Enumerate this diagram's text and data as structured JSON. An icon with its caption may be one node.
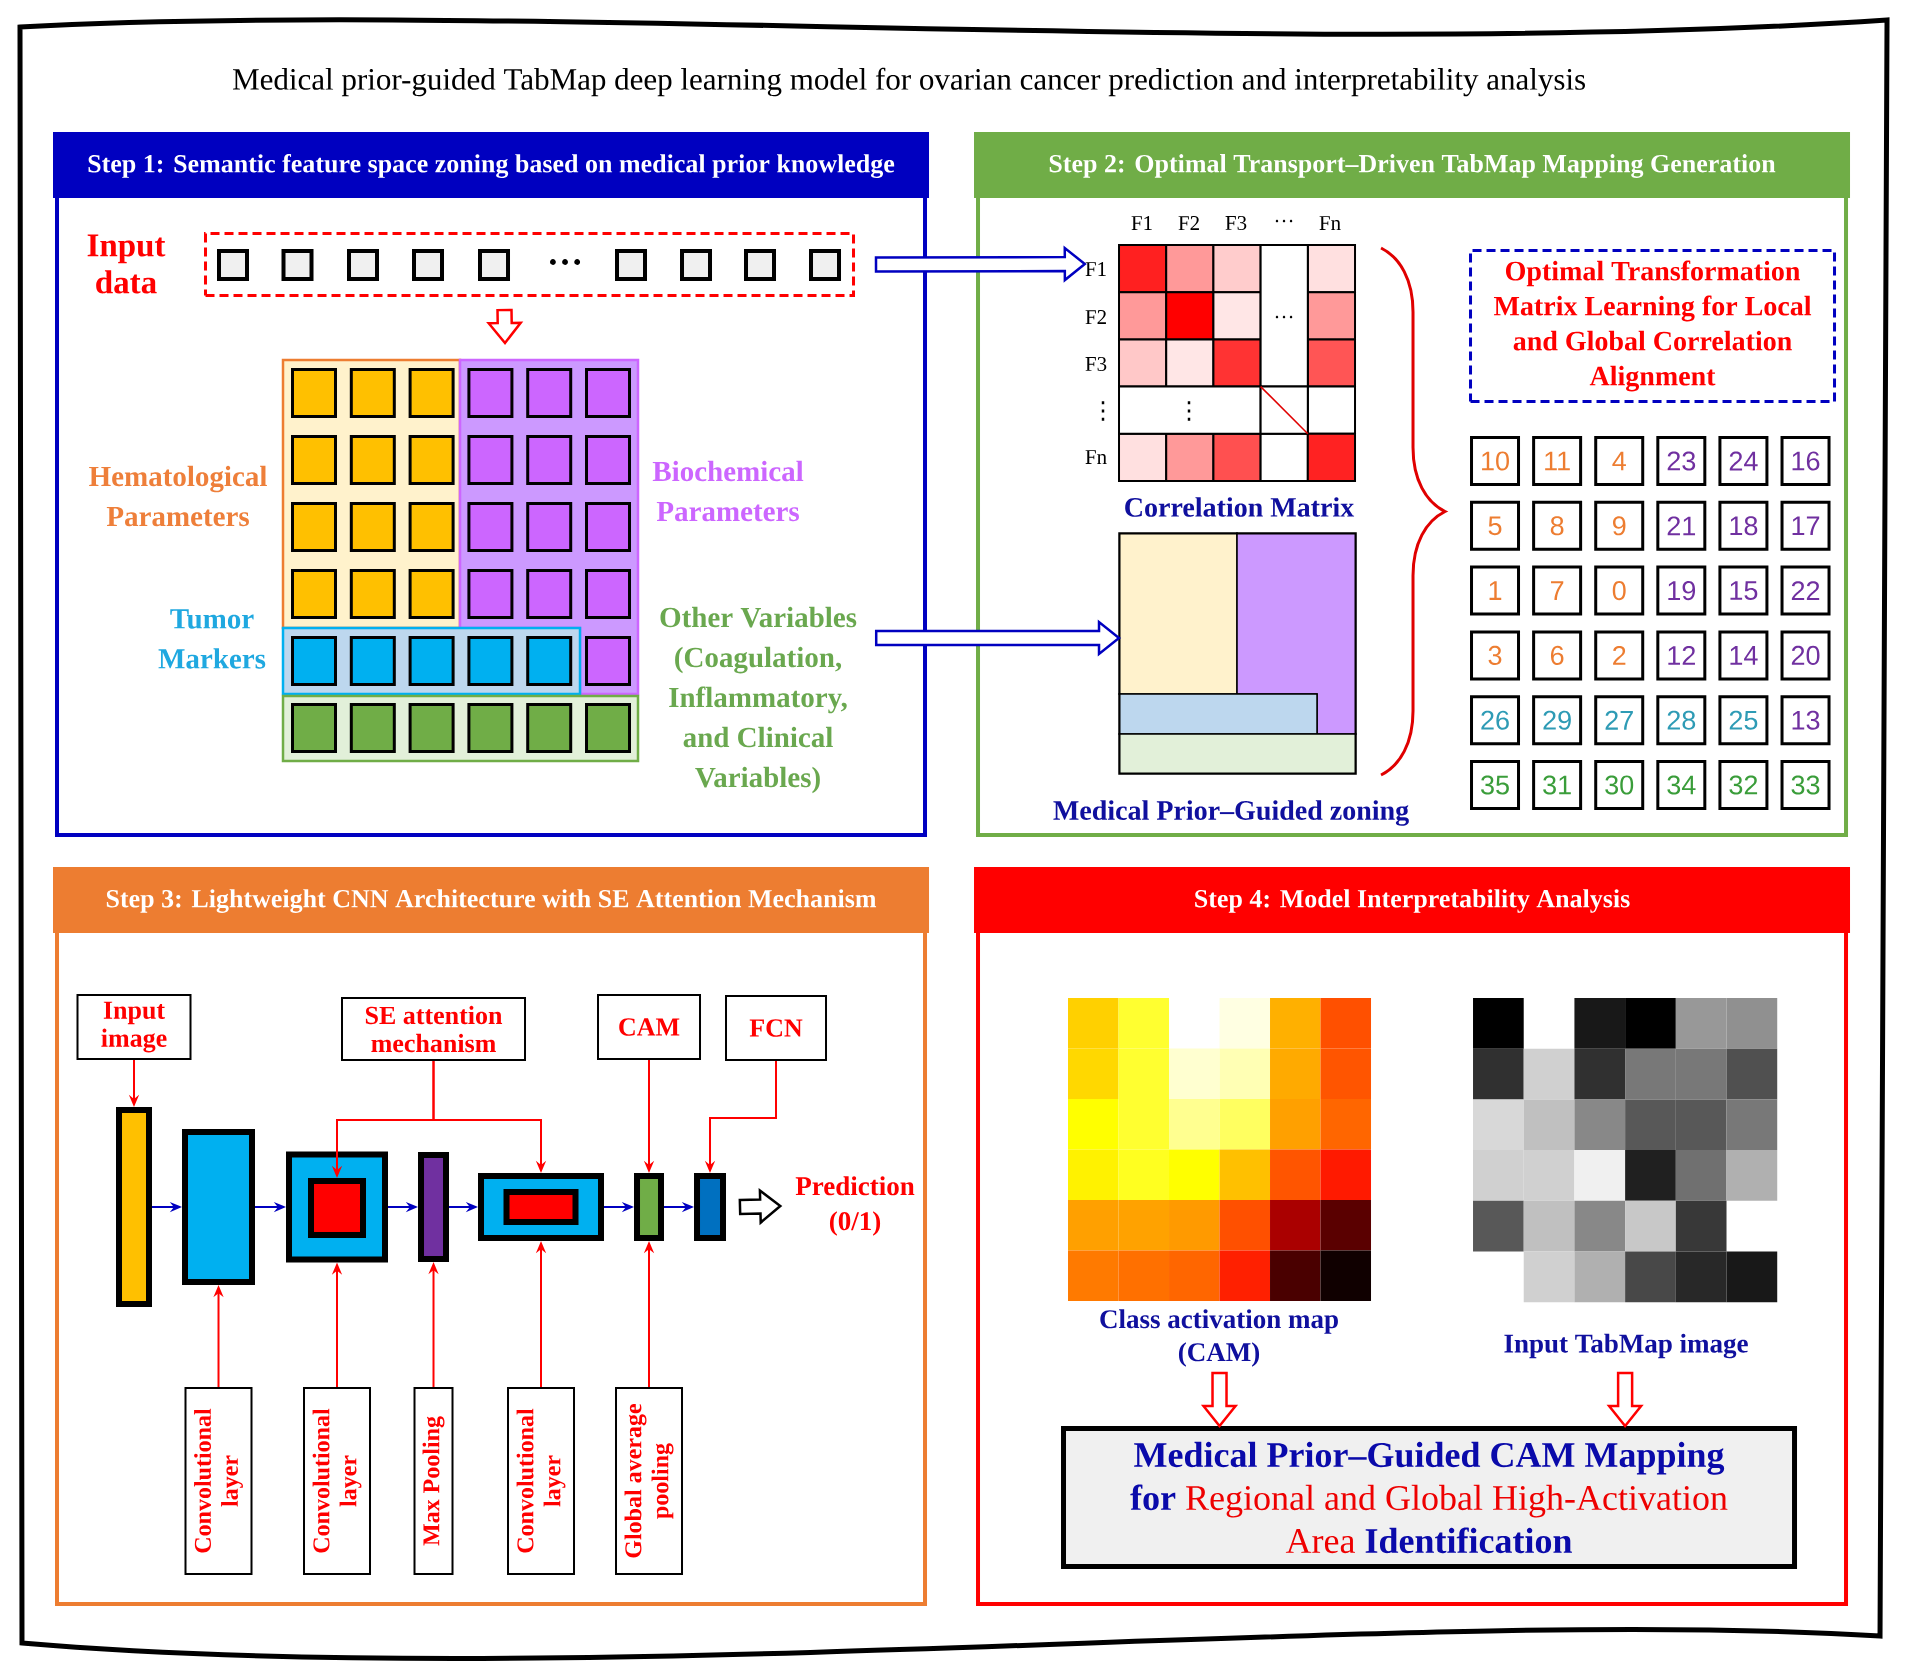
{
  "diagram": {
    "title": "Medical prior-guided TabMap deep learning model for ovarian cancer prediction and interpretability analysis",
    "nodes": [
      {
        "text": [
          "Step 1: Semantic feature space zoning based on medical prior knowledge"
        ]
      },
      {
        "text": [
          "Input data"
        ],
        "in": 0
      },
      {
        "text": [
          "Hematological Parameters"
        ],
        "in": 0
      },
      {
        "text": [
          "Biochemical Parameters"
        ],
        "in": 0
      },
      {
        "text": [
          "Tumor Markers"
        ],
        "in": 0
      },
      {
        "text": [
          "Other Variables (Coagulation, Inflammatory, and Clinical Variables)"
        ],
        "in": 0
      },
      {
        "text": [
          "Step 2: Optimal Transport–Driven TabMap Mapping Generation"
        ]
      },
      {
        "text": [
          "Correlation Matrix"
        ],
        "in": 6,
        "beside": [
          "F1",
          "F2",
          "F3",
          "…",
          "Fn",
          "F1",
          "F2",
          "F3",
          "⋮",
          "Fn"
        ]
      },
      {
        "text": [
          "Medical Prior–Guided zoning"
        ],
        "in": 6
      },
      {
        "text": [
          "Optimal Transformation Matrix Learning for Local and Global Correlation Alignment"
        ],
        "in": 6
      },
      {
        "text": [
          "10"
        ],
        "in": 6
      },
      {
        "text": [
          "11"
        ],
        "in": 6
      },
      {
        "text": [
          "4"
        ],
        "in": 6
      },
      {
        "text": [
          "23"
        ],
        "in": 6
      },
      {
        "text": [
          "24"
        ],
        "in": 6
      },
      {
        "text": [
          "16"
        ],
        "in": 6
      },
      {
        "text": [
          "5"
        ],
        "in": 6
      },
      {
        "text": [
          "8"
        ],
        "in": 6
      },
      {
        "text": [
          "9"
        ],
        "in": 6
      },
      {
        "text": [
          "21"
        ],
        "in": 6
      },
      {
        "text": [
          "18"
        ],
        "in": 6
      },
      {
        "text": [
          "17"
        ],
        "in": 6
      },
      {
        "text": [
          "1"
        ],
        "in": 6
      },
      {
        "text": [
          "7"
        ],
        "in": 6
      },
      {
        "text": [
          "0"
        ],
        "in": 6
      },
      {
        "text": [
          "19"
        ],
        "in": 6
      },
      {
        "text": [
          "15"
        ],
        "in": 6
      },
      {
        "text": [
          "22"
        ],
        "in": 6
      },
      {
        "text": [
          "3"
        ],
        "in": 6
      },
      {
        "text": [
          "6"
        ],
        "in": 6
      },
      {
        "text": [
          "2"
        ],
        "in": 6
      },
      {
        "text": [
          "12"
        ],
        "in": 6
      },
      {
        "text": [
          "14"
        ],
        "in": 6
      },
      {
        "text": [
          "20"
        ],
        "in": 6
      },
      {
        "text": [
          "26"
        ],
        "in": 6
      },
      {
        "text": [
          "29"
        ],
        "in": 6
      },
      {
        "text": [
          "27"
        ],
        "in": 6
      },
      {
        "text": [
          "28"
        ],
        "in": 6
      },
      {
        "text": [
          "25"
        ],
        "in": 6
      },
      {
        "text": [
          "13"
        ],
        "in": 6
      },
      {
        "text": [
          "35"
        ],
        "in": 6
      },
      {
        "text": [
          "31"
        ],
        "in": 6
      },
      {
        "text": [
          "30"
        ],
        "in": 6
      },
      {
        "text": [
          "34"
        ],
        "in": 6
      },
      {
        "text": [
          "32"
        ],
        "in": 6
      },
      {
        "text": [
          "33"
        ],
        "in": 6
      },
      {
        "text": [
          "Step 3: Lightweight CNN Architecture with SE Attention Mechanism"
        ]
      },
      {
        "text": [
          "Input image"
        ],
        "in": 46
      },
      {
        "text": [
          "SE attention mechanism"
        ],
        "in": 46
      },
      {
        "text": [
          "CAM"
        ],
        "in": 46
      },
      {
        "text": [
          "FCN"
        ],
        "in": 46
      },
      {
        "text": [],
        "shape": "box",
        "in": 46
      },
      {
        "text": [],
        "shape": "box",
        "in": 46
      },
      {
        "text": [],
        "shape": "box",
        "in": 46
      },
      {
        "text": [],
        "shape": "box",
        "in": 53
      },
      {
        "text": [],
        "shape": "box",
        "in": 46
      },
      {
        "text": [],
        "shape": "box",
        "in": 46
      },
      {
        "text": [],
        "shape": "box",
        "in": 56
      },
      {
        "text": [],
        "shape": "box",
        "in": 46
      },
      {
        "text": [],
        "shape": "box",
        "in": 46
      },
      {
        "text": [
          "Prediction (0/1)"
        ],
        "in": 46
      },
      {
        "text": [
          "Convolutional layer"
        ],
        "in": 46
      },
      {
        "text": [
          "Convolutional layer"
        ],
        "in": 46
      },
      {
        "text": [
          "Max Pooling"
        ],
        "in": 46
      },
      {
        "text": [
          "Convolutional layer"
        ],
        "in": 46
      },
      {
        "text": [
          "Global average pooling"
        ],
        "in": 46
      },
      {
        "text": [
          "Step 4: Model Interpretability Analysis"
        ]
      },
      {
        "text": [
          "Class activation map (CAM)"
        ],
        "in": 66
      },
      {
        "text": [
          "Input TabMap image"
        ],
        "in": 66
      },
      {
        "text": [
          "**Medical Prior–Guided CAM Mapping for** Regional and Global High-Activation Area **Identification**"
        ],
        "in": 66
      }
    ],
    "edges": [
      {
        "from": 1,
        "to": null,
        "arrow": "to",
        "style": "thick"
      },
      {
        "from": 1,
        "to": 7,
        "arrow": "to",
        "style": "thick",
        "color": "#0000c0"
      },
      {
        "from": 5,
        "to": 8,
        "arrow": "to",
        "style": "thick",
        "color": "#0000c0"
      },
      {
        "from": 47,
        "to": 51,
        "arrow": "to"
      },
      {
        "from": 48,
        "to": 54,
        "arrow": "to"
      },
      {
        "from": 48,
        "to": 56,
        "arrow": "to"
      },
      {
        "from": 49,
        "to": 58,
        "arrow": "to"
      },
      {
        "from": 50,
        "to": 59,
        "arrow": "to"
      },
      {
        "from": 51,
        "to": 52,
        "arrow": "to",
        "color": "#0000c0"
      },
      {
        "from": 52,
        "to": 53,
        "arrow": "to",
        "color": "#0000c0"
      },
      {
        "from": 53,
        "to": 55,
        "arrow": "to",
        "color": "#0000c0"
      },
      {
        "from": 55,
        "to": 56,
        "arrow": "to",
        "color": "#0000c0"
      },
      {
        "from": 56,
        "to": 58,
        "arrow": "to",
        "color": "#0000c0"
      },
      {
        "from": 58,
        "to": 59,
        "arrow": "to",
        "color": "#0000c0"
      },
      {
        "from": 59,
        "to": 60,
        "arrow": "to",
        "style": "thick",
        "color": "#000000"
      },
      {
        "from": 61,
        "to": 52,
        "arrow": "to"
      },
      {
        "from": 62,
        "to": 53,
        "arrow": "to"
      },
      {
        "from": 63,
        "to": 55,
        "arrow": "to"
      },
      {
        "from": 64,
        "to": 56,
        "arrow": "to"
      },
      {
        "from": 65,
        "to": 58,
        "arrow": "to"
      },
      {
        "from": 67,
        "to": 69,
        "arrow": "to",
        "style": "thick"
      },
      {
        "from": 68,
        "to": 69,
        "arrow": "to",
        "style": "thick"
      }
    ],
    "labels": [
      "…",
      "…",
      "⋮"
    ]
  }
}
